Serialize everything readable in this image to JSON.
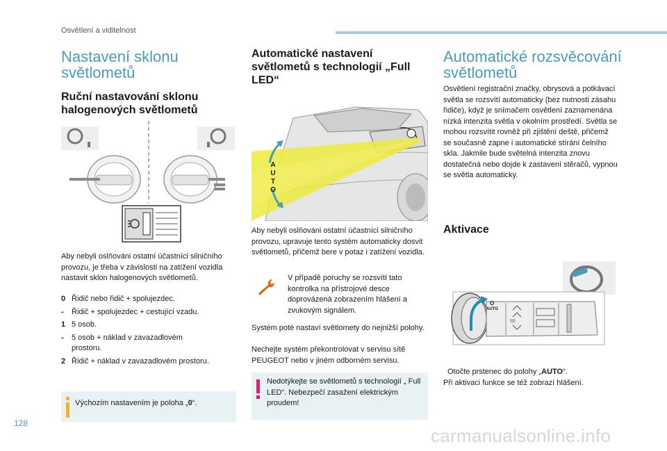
{
  "header": {
    "section": "Osvětlení a viditelnost"
  },
  "col1": {
    "title": "Nastavení sklonu světlometů",
    "subtitle": "Ruční nastavování sklonu halogenových světlometů",
    "paragraph": "Aby nebyli oslňováni ostatní účastníci silničního provozu, je třeba v závislosti na zatížení vozidla nastavit sklon halogenových světlometů.",
    "list": [
      {
        "key": "0",
        "text": "Řidič nebo řidič + spolujezdec."
      },
      {
        "key": "-",
        "text": "Řidič + spolujezdec + cestující vzadu."
      },
      {
        "key": "1",
        "text": "5 osob."
      },
      {
        "key": "-",
        "text": "5 osob + náklad v zavazadlovém prostoru."
      },
      {
        "key": "2",
        "text": "Řidič + náklad v zavazadlovém prostoru."
      }
    ],
    "info_box": {
      "prefix": "Výchozím nastavením je poloha „",
      "value": "0",
      "suffix": "“."
    }
  },
  "col2": {
    "title": "Automatické nastavení světlometů s technologií „Full LED“",
    "auto_label": [
      "A",
      "U",
      "T",
      "O"
    ],
    "paragraph": "Aby nebyli oslňováni ostatní účastníci silničního provozu, upravuje tento systém automaticky dosvit světlometů, přičemž bere v potaz i zatížení vozidla.",
    "warning": "V případě poruchy se rozsvítí tato kontrolka na přístrojové desce doprovázená zobrazením hlášení a zvukovým signálem.",
    "paragraph2": "Systém poté nastaví světlomety do nejnižší polohy.",
    "paragraph3": "Nechejte systém překontrolovat v servisu sítě PEUGEOT nebo v jiném odborném servisu.",
    "alert_box": "Nedotýkejte se světlometů s technologií „ Full LED“. Nebezpečí zasažení elektrickým proudem!"
  },
  "col3": {
    "title": "Automatické rozsvěcování světlometů",
    "paragraph": "Osvětlení registrační značky, obrysová a potkávací světla se rozsvítí automaticky (bez nutnosti zásahu řidiče), když je snímačem osvětlení zaznamenána nízká intenzita světla v okolním prostředí. Světla se mohou rozsvítit rovněž při zjištění deště, přičemž se současně zapne i automatické stírání čelního skla. Jakmile bude světelná intenzita znovu dostatečná nebo dojde k zastavení stěračů, vypnou se světla automaticky.",
    "subtitle": "Aktivace",
    "stalk_labels": {
      "o": "O",
      "auto": "AUTO"
    },
    "instruction": {
      "bullet": "",
      "prefix": "Otočte prstenec do polohy „",
      "value": "AUTO",
      "suffix": "“."
    },
    "note": "Při aktivaci funkce se též zobrazí hlášení."
  },
  "footer": {
    "page": "128",
    "watermark": "carmanualsonline.info"
  },
  "colors": {
    "accent": "#4a9bb5",
    "box": "#e8f1f4",
    "alert": "#e0206f",
    "warning": "#e06b1a",
    "info_icon": "#f0b41e"
  }
}
